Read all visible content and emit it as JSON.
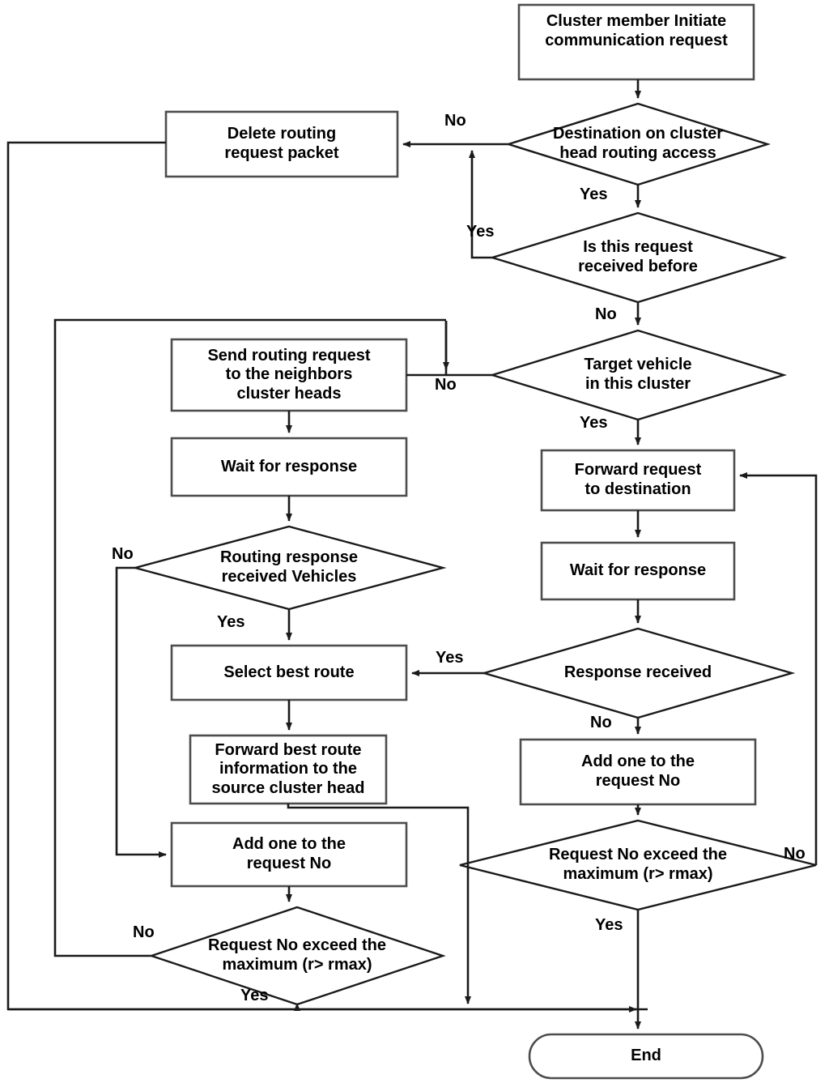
{
  "diagram": {
    "title": "Cluster routing request flowchart",
    "stroke_color": "#4d4d4d",
    "line_color": "#1a1a1a",
    "fill_color": "#ffffff",
    "text_color": "#000000",
    "nodes": [
      {
        "id": "start",
        "shape": "process",
        "text": "Cluster member Initiate\ncommunication request"
      },
      {
        "id": "dest_on_ch",
        "shape": "decision",
        "text": "Destination on cluster\nhead routing access"
      },
      {
        "id": "delete_packet",
        "shape": "process",
        "text": "Delete routing\nrequest packet"
      },
      {
        "id": "received_before",
        "shape": "decision",
        "text": "Is this request\nreceived before"
      },
      {
        "id": "target_in_cluster",
        "shape": "decision",
        "text": "Target vehicle\nin this cluster"
      },
      {
        "id": "send_to_neighbors",
        "shape": "process",
        "text": "Send routing request\nto the neighbors\ncluster heads"
      },
      {
        "id": "wait_left",
        "shape": "process",
        "text": "Wait for response"
      },
      {
        "id": "routing_resp",
        "shape": "decision",
        "text": "Routing response\nreceived Vehicles"
      },
      {
        "id": "select_best",
        "shape": "process",
        "text": "Select best route"
      },
      {
        "id": "forward_best",
        "shape": "process",
        "text": "Forward best route\ninformation to the\nsource cluster head"
      },
      {
        "id": "add_one_left",
        "shape": "process",
        "text": "Add one to the\nrequest No"
      },
      {
        "id": "exceed_left",
        "shape": "decision",
        "text": "Request No exceed the\nmaximum (r> rmax)"
      },
      {
        "id": "forward_dest",
        "shape": "process",
        "text": "Forward request\nto destination"
      },
      {
        "id": "wait_right",
        "shape": "process",
        "text": "Wait for response"
      },
      {
        "id": "response_recv",
        "shape": "decision",
        "text": "Response received"
      },
      {
        "id": "add_one_right",
        "shape": "process",
        "text": "Add one to the\nrequest No"
      },
      {
        "id": "exceed_right",
        "shape": "decision",
        "text": "Request No exceed the\nmaximum (r> rmax)"
      },
      {
        "id": "end",
        "shape": "terminator",
        "text": "End"
      }
    ],
    "edge_labels": [
      {
        "id": "lbl_no_dest",
        "text": "No"
      },
      {
        "id": "lbl_yes_dest",
        "text": "Yes"
      },
      {
        "id": "lbl_yes_recvbefore",
        "text": "Yes"
      },
      {
        "id": "lbl_no_recvbefore",
        "text": "No"
      },
      {
        "id": "lbl_no_target",
        "text": "No"
      },
      {
        "id": "lbl_yes_target",
        "text": "Yes"
      },
      {
        "id": "lbl_no_routing",
        "text": "No"
      },
      {
        "id": "lbl_yes_routing",
        "text": "Yes"
      },
      {
        "id": "lbl_yes_response",
        "text": "Yes"
      },
      {
        "id": "lbl_no_response",
        "text": "No"
      },
      {
        "id": "lbl_no_exceed_left",
        "text": "No"
      },
      {
        "id": "lbl_yes_exceed_left",
        "text": "Yes"
      },
      {
        "id": "lbl_no_exceed_right",
        "text": "No"
      },
      {
        "id": "lbl_yes_exceed_rt",
        "text": "Yes"
      }
    ]
  }
}
